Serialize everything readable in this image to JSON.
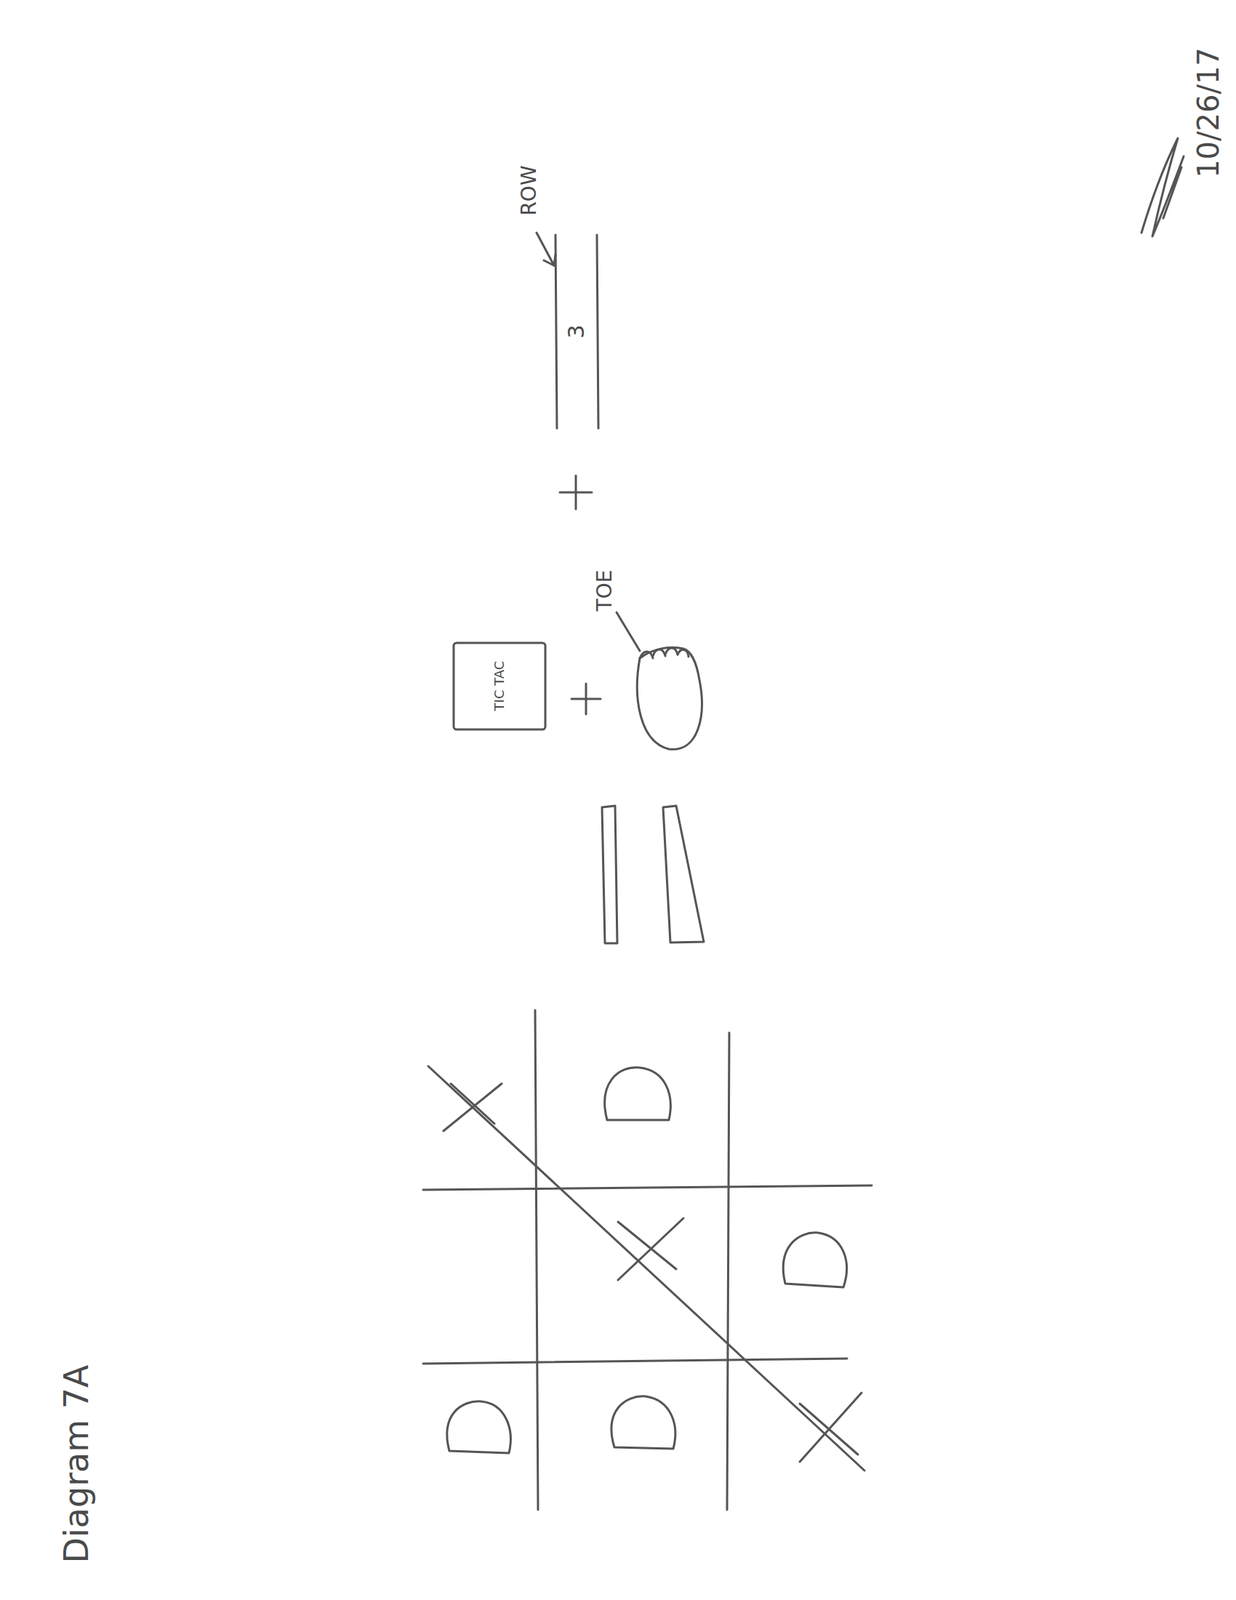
{
  "diagram": {
    "labels": [
      "Diagram 7A",
      "10/26/17",
      "ROW",
      "3",
      "TOE",
      "TIC TAC"
    ]
  }
}
